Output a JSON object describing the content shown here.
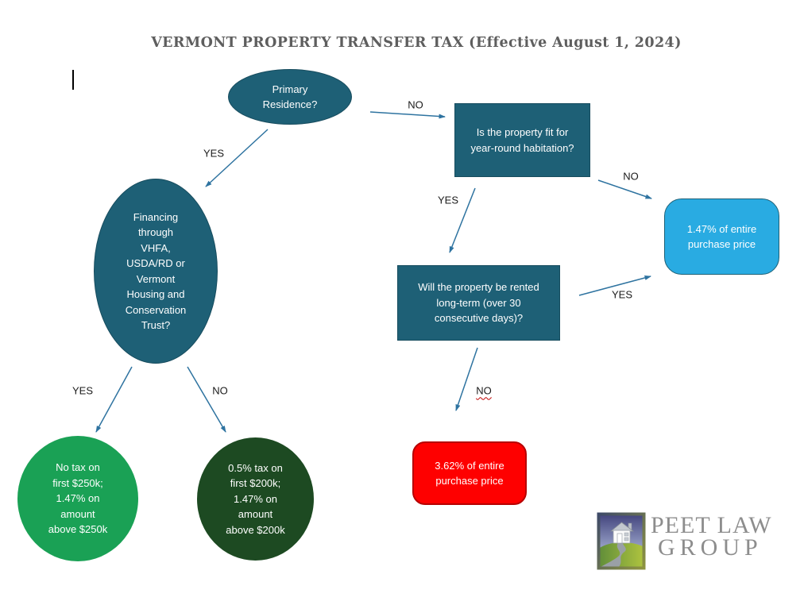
{
  "title": "VERMONT PROPERTY TRANSFER TAX (Effective August 1, 2024)",
  "flowchart": {
    "nodes": {
      "primary_residence": "Primary\nResidence?",
      "year_round_habitation": "Is the property fit for\nyear-round habitation?",
      "financing_programs": "Financing\nthrough\nVHFA,\nUSDA/RD or\nVermont\nHousing and\nConservation\nTrust?",
      "rented_long_term": "Will the property be rented\nlong-term (over 30\nconsecutive days)?",
      "tax_147_entire": "1.47% of entire\npurchase price",
      "tax_362_entire": "3.62% of entire\npurchase price",
      "tax_none_first_250k": "No tax on\nfirst $250k;\n1.47% on\namount\nabove $250k",
      "tax_05_first_200k": "0.5% tax on\nfirst $200k;\n1.47% on\namount\nabove $200k"
    },
    "edge_labels": {
      "primary_no": "NO",
      "primary_yes": "YES",
      "habitation_yes": "YES",
      "habitation_no": "NO",
      "rented_yes": "YES",
      "rented_no": "NO",
      "financing_yes": "YES",
      "financing_no": "NO"
    }
  },
  "logo": {
    "name_line1": "PEET LAW",
    "name_line2": "GROUP"
  },
  "colors": {
    "node_teal": "#1e6076",
    "node_teal_border": "#174c5e",
    "result_blue": "#29abe2",
    "result_red": "#fe0000",
    "result_red_border": "#b70000",
    "result_green": "#1aa155",
    "result_dark_green": "#1d4a22",
    "arrow_blue": "#2e73a0",
    "title_gray": "#5e5e5e",
    "logo_text_gray": "#8d8d8d"
  }
}
